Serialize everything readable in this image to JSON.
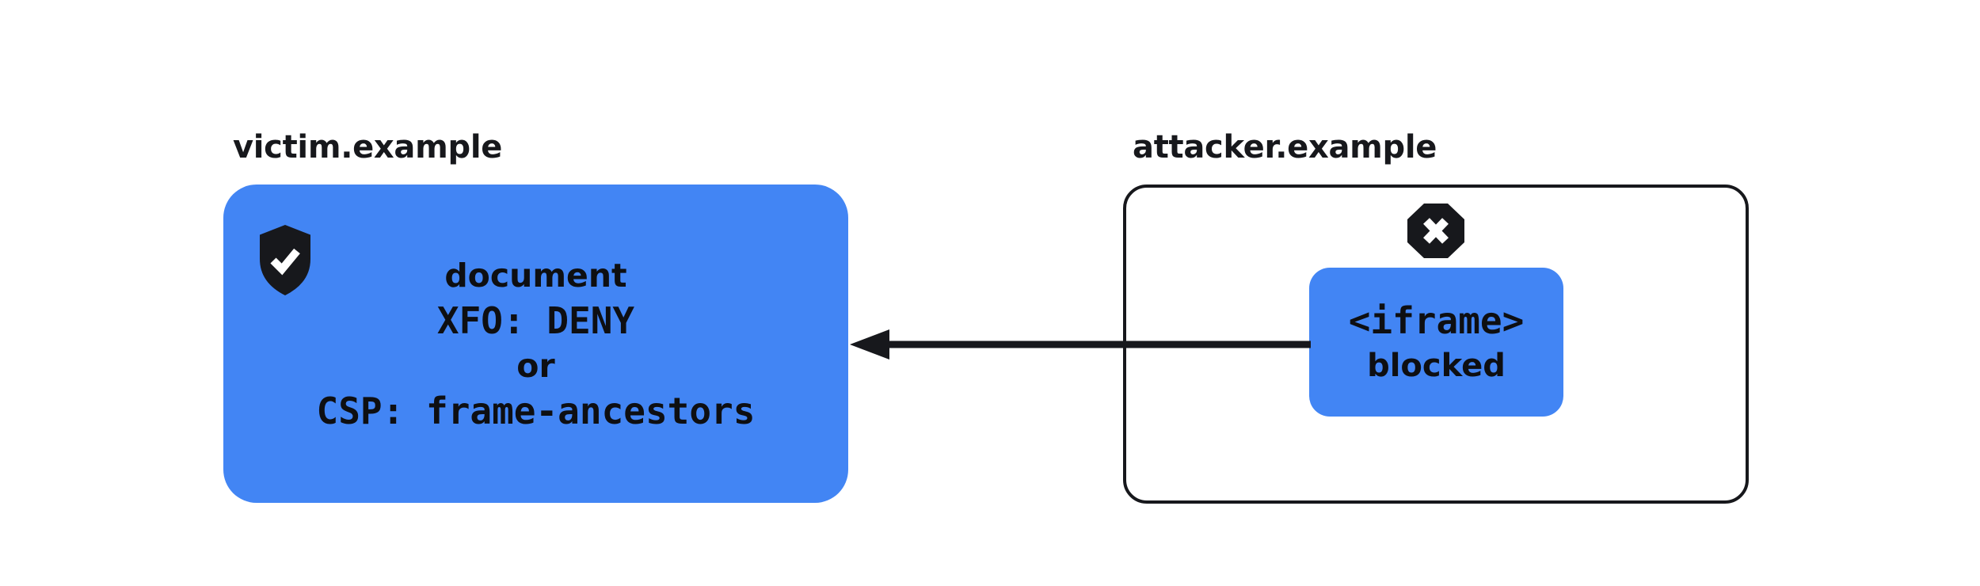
{
  "colors": {
    "accent_blue": "#4285F4",
    "ink_dark": "#17181C",
    "text_black": "#0E0F12",
    "background": "#FFFFFF"
  },
  "victim": {
    "label": "victim.example",
    "icon": "shield-check-icon",
    "lines": [
      "document",
      "XFO: DENY",
      "or",
      "CSP: frame-ancestors"
    ]
  },
  "attacker": {
    "label": "attacker.example",
    "icon": "blocked-octagon-icon",
    "iframe_box": {
      "line1": "<iframe>",
      "line2": "blocked"
    }
  },
  "arrow": {
    "direction": "right-to-left",
    "from": "iframe-box",
    "to": "victim-document-box"
  }
}
